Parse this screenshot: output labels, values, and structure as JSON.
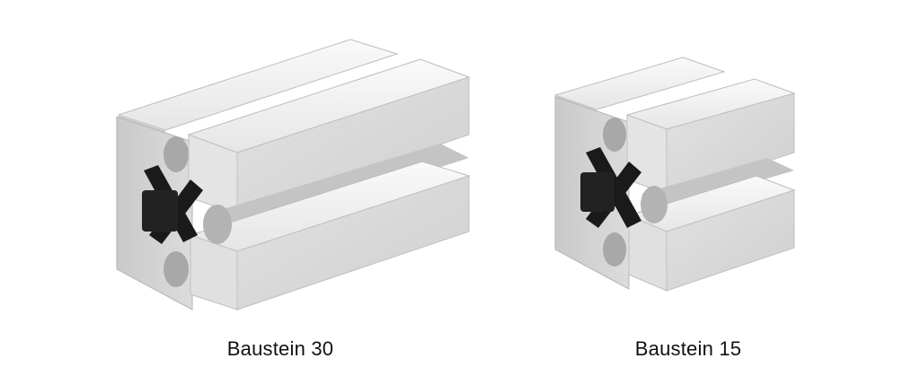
{
  "items": [
    {
      "id": "baustein-30",
      "label": "Baustein 30"
    },
    {
      "id": "baustein-15",
      "label": "Baustein 15"
    }
  ],
  "colors": {
    "background": "#ffffff",
    "aluminum_light": "#f2f2f2",
    "aluminum_mid": "#d7d7d7",
    "aluminum_dark": "#b9b9b9",
    "connector": "#1a1a1a",
    "caption": "#111111"
  }
}
